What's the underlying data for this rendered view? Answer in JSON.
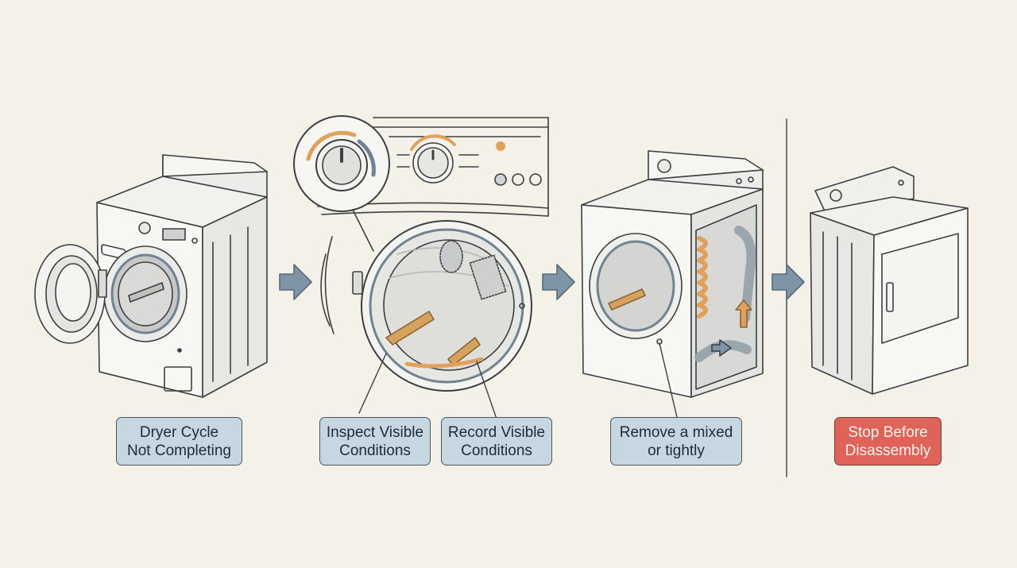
{
  "steps": [
    {
      "id": "step1",
      "lines": [
        "Dryer Cycle",
        "Not Completing"
      ]
    },
    {
      "id": "step2a",
      "lines": [
        "Inspect Visible",
        "Conditions"
      ]
    },
    {
      "id": "step2b",
      "lines": [
        "Record Visible",
        "Conditions"
      ]
    },
    {
      "id": "step3",
      "lines": [
        "Remove a mixed",
        "or tightly"
      ]
    },
    {
      "id": "step4",
      "lines": [
        "Stop Before",
        "Disassembly"
      ]
    }
  ],
  "colors": {
    "background": "#f4f1e8",
    "label_fill": "#c7d7e2",
    "stop_fill": "#e0635a",
    "arrow": "#7d95a6",
    "accent_orange": "#e2a15a",
    "line": "#3c3f42"
  },
  "icons": [
    "front-load-dryer-open-door",
    "control-knob-magnifier",
    "drum-interior",
    "dryer-cutaway-vent-hose",
    "closed-dryer",
    "right-arrow"
  ]
}
